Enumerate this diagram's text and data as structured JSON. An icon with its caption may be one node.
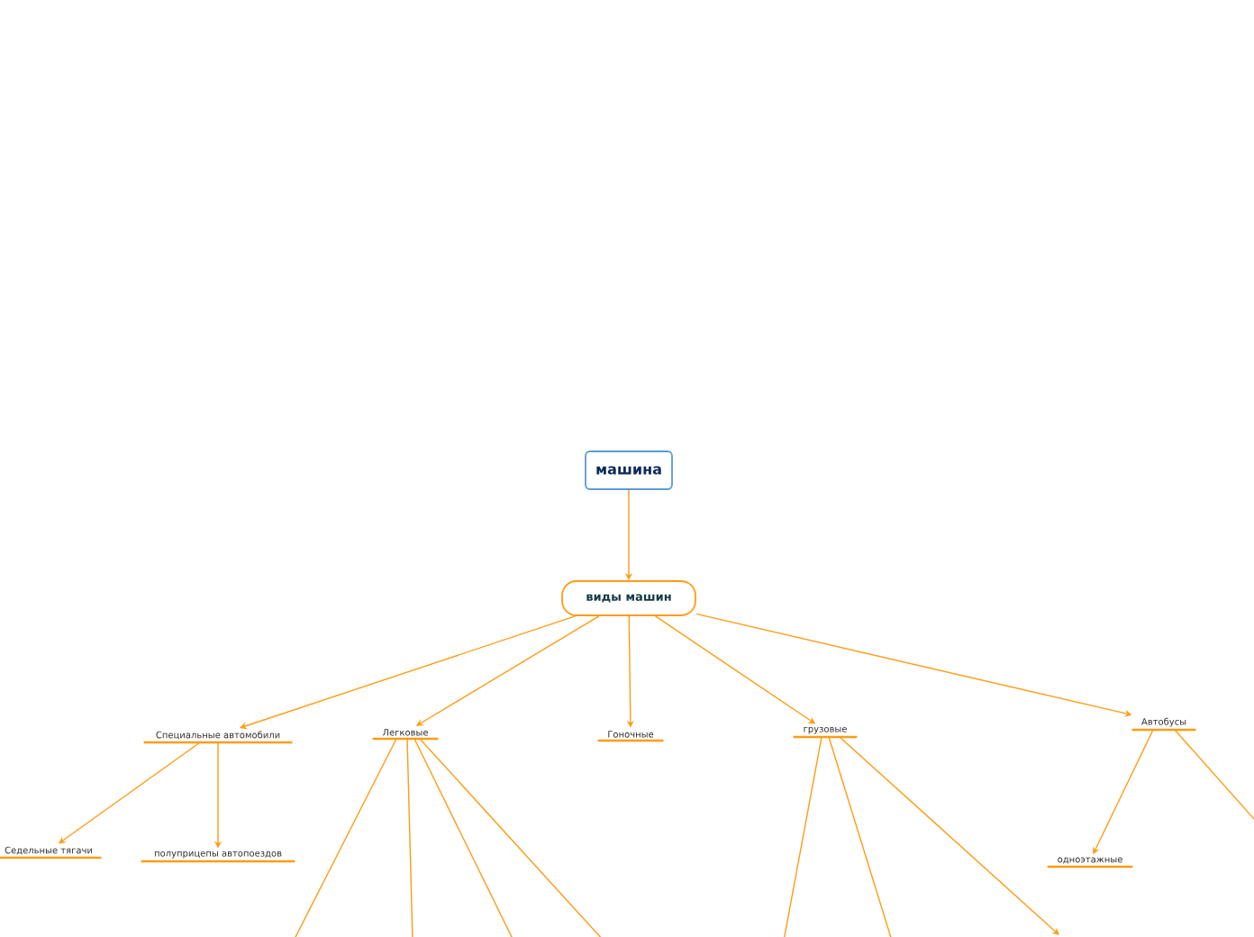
{
  "diagram": {
    "nodes": [
      {
        "text": [
          "машина"
        ]
      },
      {
        "text": [
          "виды машин"
        ]
      },
      {
        "text": [
          "Специальные автомобили"
        ]
      },
      {
        "text": [
          "Седельные тягачи"
        ]
      },
      {
        "text": [
          "полуприцепы автопоездов"
        ]
      },
      {
        "text": [
          "Легковые"
        ]
      },
      {
        "text": [
          "Гоночные"
        ]
      },
      {
        "text": [
          "грузовые"
        ]
      },
      {
        "text": [
          "Автобусы"
        ]
      },
      {
        "text": [
          "одноэтажные"
        ]
      }
    ],
    "edges": [
      {
        "from": 0,
        "to": 1,
        "arrow": "to"
      },
      {
        "from": 1,
        "to": 2,
        "arrow": "to"
      },
      {
        "from": 1,
        "to": 5,
        "arrow": "to"
      },
      {
        "from": 1,
        "to": 6,
        "arrow": "to"
      },
      {
        "from": 1,
        "to": 7,
        "arrow": "to"
      },
      {
        "from": 1,
        "to": 8,
        "arrow": "to"
      },
      {
        "from": 2,
        "to": 3,
        "arrow": "to"
      },
      {
        "from": 2,
        "to": 4,
        "arrow": "to"
      },
      {
        "from": 5,
        "to": null,
        "arrow": "none"
      },
      {
        "from": 5,
        "to": null,
        "arrow": "none"
      },
      {
        "from": 5,
        "to": null,
        "arrow": "none"
      },
      {
        "from": 5,
        "to": null,
        "arrow": "none"
      },
      {
        "from": 7,
        "to": null,
        "arrow": "none"
      },
      {
        "from": 7,
        "to": null,
        "arrow": "none"
      },
      {
        "from": 7,
        "to": null,
        "arrow": "to"
      },
      {
        "from": 8,
        "to": 9,
        "arrow": "to"
      },
      {
        "from": 8,
        "to": null,
        "arrow": "none"
      }
    ]
  }
}
